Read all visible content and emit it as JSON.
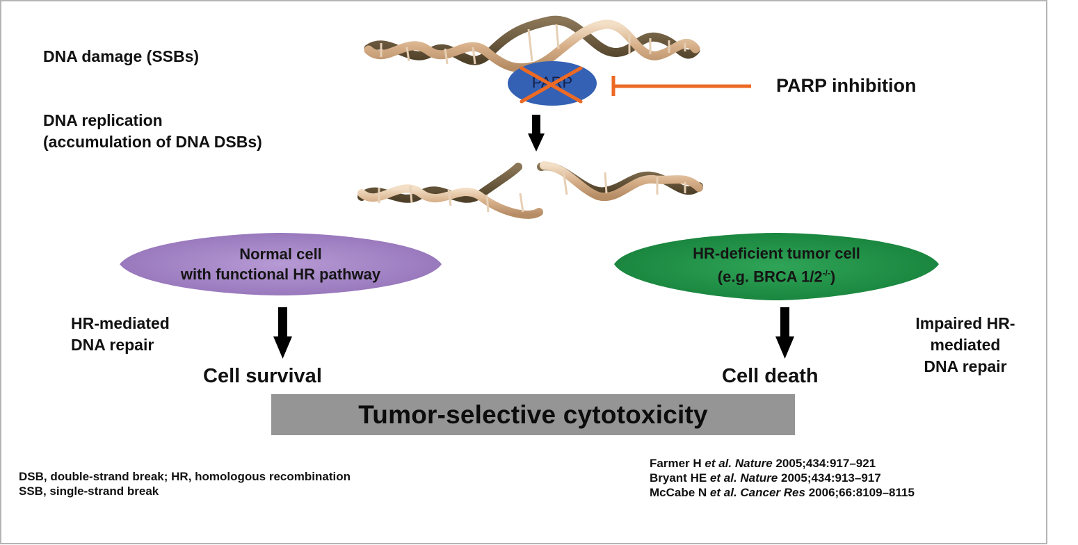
{
  "diagram": {
    "title": "Tumor-selective cytotoxicity",
    "steps": {
      "dna_damage": "DNA damage (SSBs)",
      "dna_replication_line1": "DNA replication",
      "dna_replication_line2": "(accumulation of DNA DSBs)"
    },
    "parp": {
      "enzyme_label": "PARP",
      "inhibition_label": "PARP inhibition"
    },
    "normal_cell": {
      "line1": "Normal cell",
      "line2": "with functional HR pathway",
      "mechanism_line1": "HR-mediated",
      "mechanism_line2": "DNA repair",
      "outcome": "Cell survival"
    },
    "tumor_cell": {
      "line1": "HR-deficient tumor cell",
      "line2_prefix": "(e.g. BRCA 1/2",
      "line2_superscript": "-/-",
      "line2_suffix": ")",
      "mechanism_line1": "Impaired HR-",
      "mechanism_line2": "mediated",
      "mechanism_line3": "DNA repair",
      "outcome": "Cell death"
    },
    "abbreviations": [
      "DSB, double-strand break; HR, homologous recombination",
      "SSB, single-strand break"
    ],
    "references": [
      {
        "authors": "Farmer H",
        "etal": "et al.",
        "journal": "Nature",
        "citation": "2005;434:917–921"
      },
      {
        "authors": "Bryant HE",
        "etal": "et al.",
        "journal": "Nature",
        "citation": "2005;434:913–917"
      },
      {
        "authors": "McCabe N",
        "etal": "et al.",
        "journal": "Cancer Res",
        "citation": "2006;66:8109–8115"
      }
    ],
    "colors": {
      "parp_blue": "#3461b4",
      "inhibition_orange": "#ec6a24",
      "normal_cell_purple": "#9a78bd",
      "tumor_cell_green": "#1e8a43",
      "banner_gray": "#959595",
      "dna_tan": "#d8b48e",
      "dna_dark": "#6b5a3e"
    }
  }
}
